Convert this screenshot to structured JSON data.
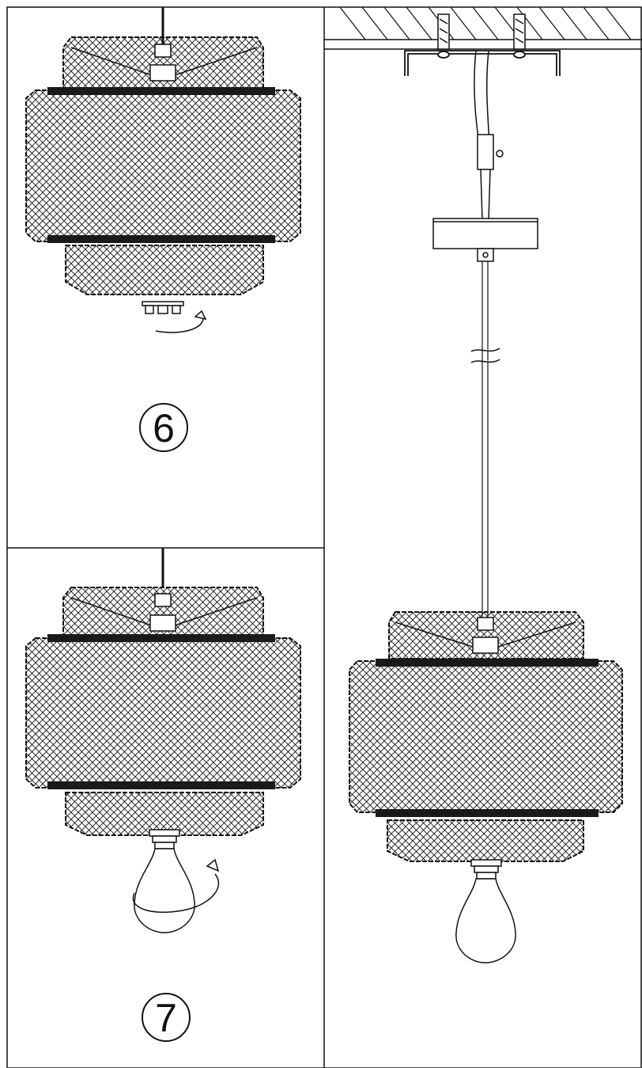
{
  "steps": [
    {
      "number": "6",
      "action": "loosen-ring",
      "icon": "rotate-arrow-icon"
    },
    {
      "number": "7",
      "action": "screw-in-bulb",
      "icon": "rotate-arrow-icon"
    }
  ],
  "colors": {
    "line": "#111111",
    "background": "#ffffff",
    "band": "#1a1a1a"
  }
}
